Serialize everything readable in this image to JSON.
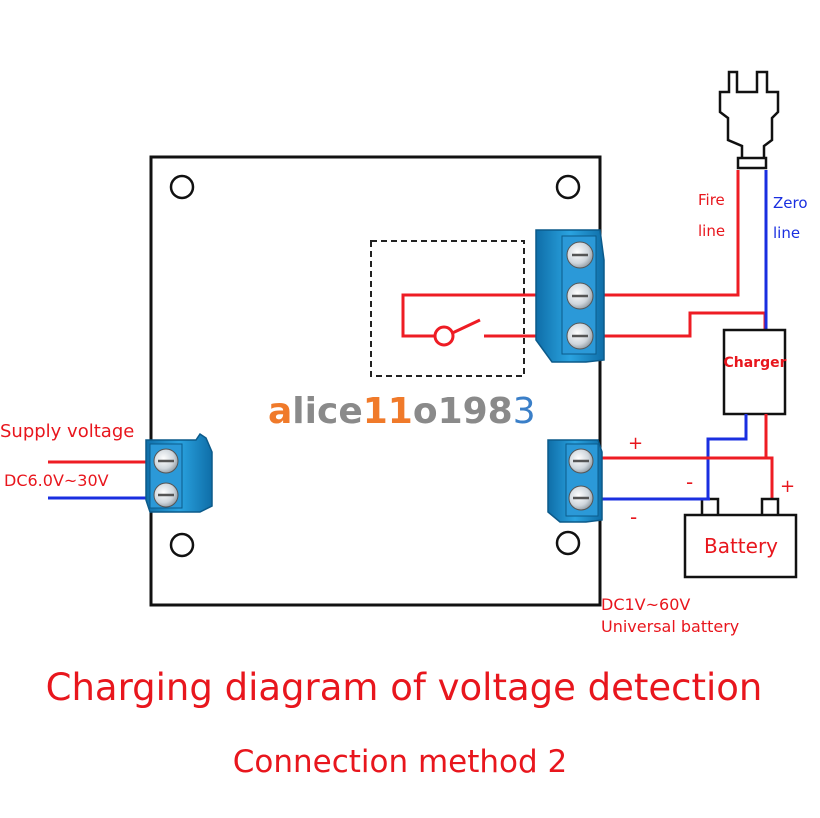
{
  "labels": {
    "fire_line_1": "Fire",
    "fire_line_2": "line",
    "zero_line_1": "Zero",
    "zero_line_2": "line",
    "charger": "Charger",
    "battery": "Battery",
    "plus_top": "+",
    "minus_top": "-",
    "battery_plus": "+",
    "battery_minus": "-",
    "supply_voltage": "Supply voltage",
    "supply_range": "DC6.0V~30V",
    "battery_range": "DC1V~60V",
    "battery_type": "Universal battery",
    "title": "Charging diagram of voltage detection",
    "subtitle": "Connection method 2"
  },
  "watermark": {
    "p1": "a",
    "p2": "lice",
    "p3": "11",
    "p4": "o198",
    "p5": "3"
  },
  "colors": {
    "wire_red": "#ee1c24",
    "wire_blue": "#1a2fe0",
    "terminal_blue": "#1c8fd0",
    "text_red": "#e8161d"
  }
}
